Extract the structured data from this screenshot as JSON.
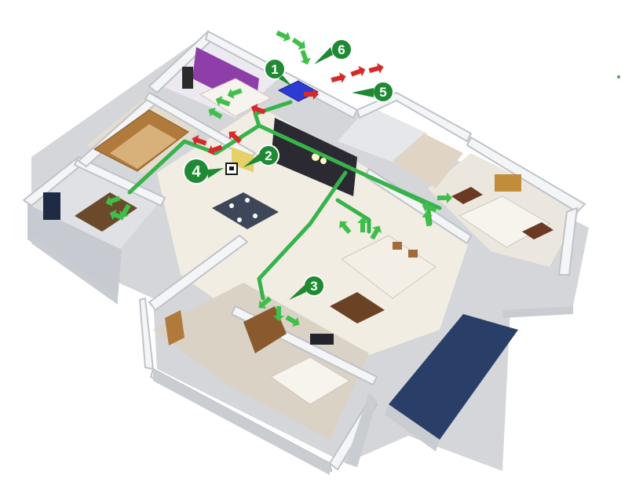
{
  "colors": {
    "duct": "#37b34a",
    "marker_fill": "#1f8a33",
    "marker_stroke": "#ffffff",
    "fresh_air_arrow": "#3fbf4a",
    "exhaust_air_arrow": "#d62a2a",
    "wall_top": "#e9eaec",
    "wall_side": "#c9ccd1",
    "floor_light": "#eee9dc",
    "wood": "#b07a3c",
    "bedroom_purple": "#8d3ea8",
    "balcony_blue": "#2a3f68"
  },
  "markers": [
    {
      "label": "1"
    },
    {
      "label": "2"
    },
    {
      "label": "3"
    },
    {
      "label": "4"
    },
    {
      "label": "5"
    },
    {
      "label": "6"
    }
  ],
  "icons": {
    "unit": "ventilation-unit-icon",
    "controller": "control-panel-icon",
    "fresh": "fresh-air-arrow-icon",
    "exhaust": "exhaust-air-arrow-icon"
  }
}
